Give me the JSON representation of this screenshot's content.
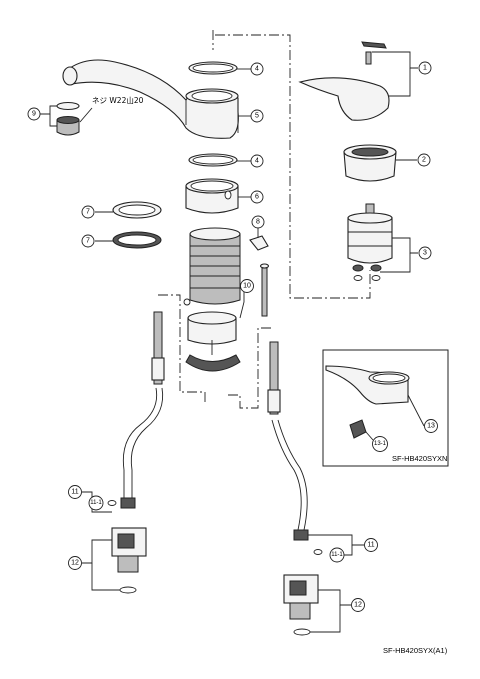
{
  "callouts": {
    "c1": "1",
    "c2": "2",
    "c3": "3",
    "c4a": "4",
    "c4b": "4",
    "c5": "5",
    "c6": "6",
    "c7a": "7",
    "c7b": "7",
    "c8": "8",
    "c9": "9",
    "c10": "10",
    "c11a": "11",
    "c11_1a": "11-1",
    "c11b": "11",
    "c11_1b": "11-1",
    "c12a": "12",
    "c12b": "12",
    "c13": "13",
    "c13_1": "13-1"
  },
  "thread_note": "ネジ W22山20",
  "inset_model": "SF-HB420SYXN",
  "drawing_model": "SF-HB420SYX(A1)"
}
